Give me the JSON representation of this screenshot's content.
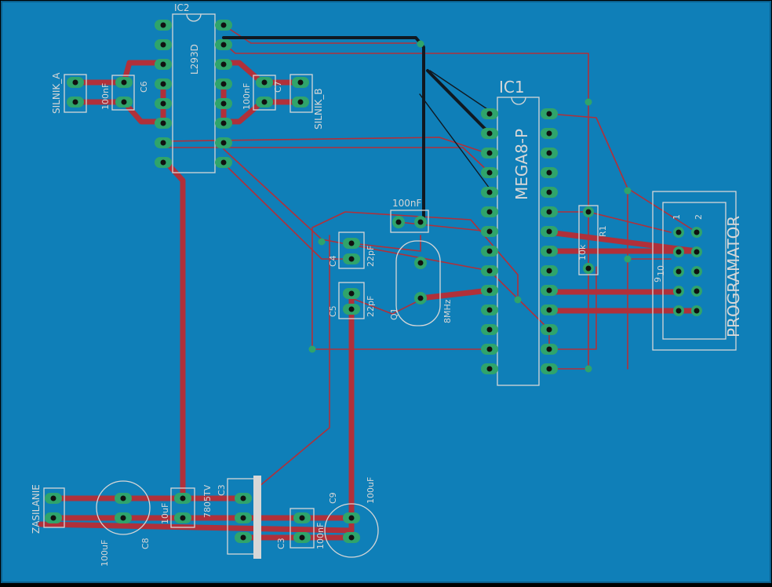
{
  "colors": {
    "background": "#000000",
    "board": "#0f7fb8",
    "board_edge": "#0b5f8c",
    "silk": "#d7d7d7",
    "copper": "#b0303a",
    "pad": "#2fa46b",
    "hole": "#111111",
    "dark_wire": "#101820"
  },
  "labels": {
    "ic2": "IC2",
    "l293d": "L293D",
    "silnik_a": "SILNIK_A",
    "silnik_b": "SILNIK_B",
    "c6": "C6",
    "c6_val": "100nF",
    "c7": "C7",
    "c7_val": "100nF",
    "ic1": "IC1",
    "mega8": "MEGA8-P",
    "c_top_val": "100nF",
    "c4": "C4",
    "c4_val": "22pF",
    "c5": "C5",
    "c5_val": "22pF",
    "q1": "Q1",
    "q1_val": "8MHz",
    "r1_val": "10k",
    "r1": "R1",
    "programator": "PROGRAMATOR",
    "pin1": "1",
    "pin2": "2",
    "pin9": "9",
    "pin10": "10",
    "zasilanie": "ZASILANIE",
    "c8": "C8",
    "c8_val": "100uF",
    "c2_val": "10uF",
    "reg_val": "7805TV",
    "c3": "C3",
    "c3b_val": "100nF",
    "c9": "C9",
    "c9_val": "100uF"
  }
}
